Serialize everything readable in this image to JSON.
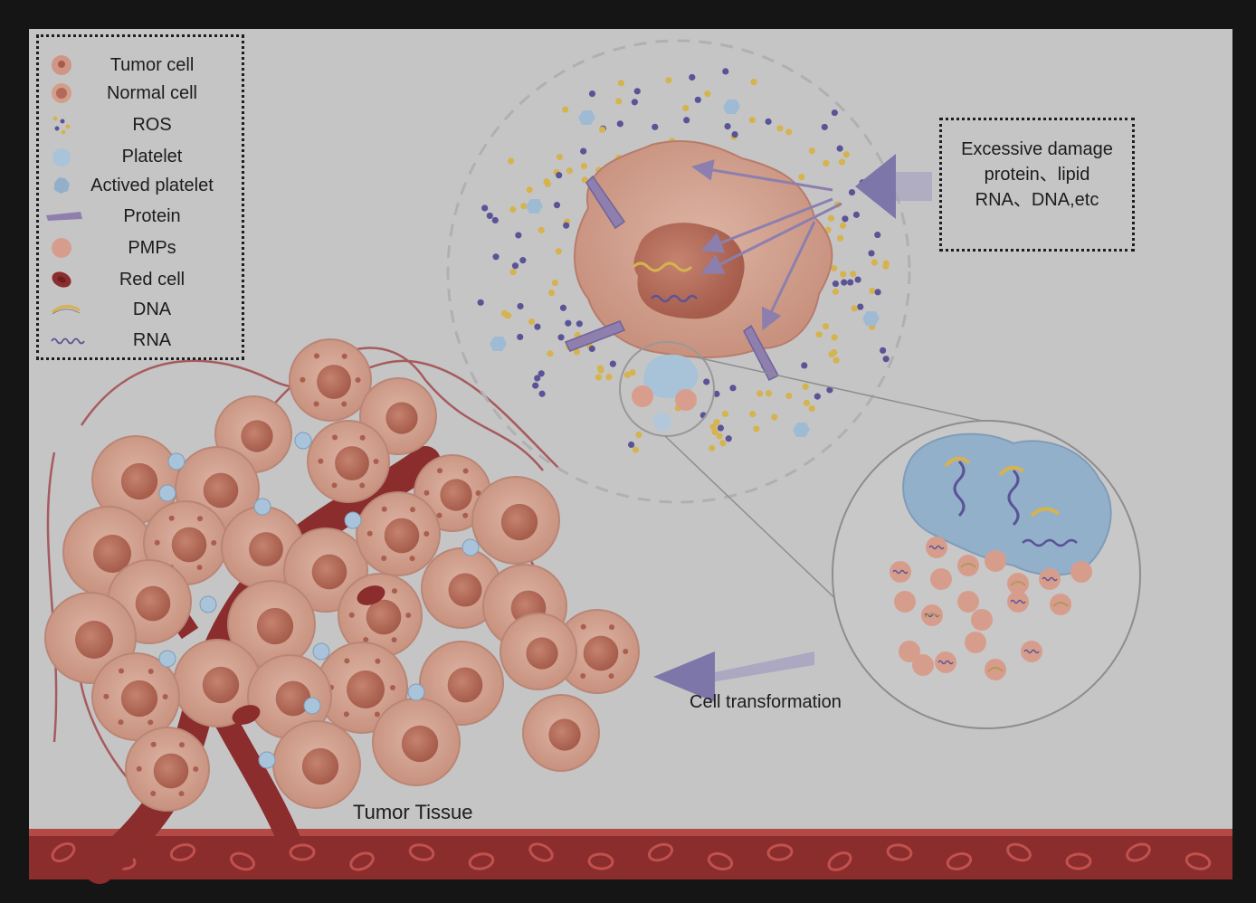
{
  "legend": {
    "items": [
      {
        "label": "Tumor cell",
        "icon": "tumor-cell-icon"
      },
      {
        "label": "Normal cell",
        "icon": "normal-cell-icon"
      },
      {
        "label": "ROS",
        "icon": "ros-icon"
      },
      {
        "label": "Platelet",
        "icon": "platelet-icon"
      },
      {
        "label": "Actived platelet",
        "icon": "activated-platelet-icon"
      },
      {
        "label": "Protein",
        "icon": "protein-icon"
      },
      {
        "label": "PMPs",
        "icon": "pmp-icon"
      },
      {
        "label": "Red cell",
        "icon": "red-cell-icon"
      },
      {
        "label": "DNA",
        "icon": "dna-icon"
      },
      {
        "label": "RNA",
        "icon": "rna-icon"
      }
    ]
  },
  "damage_box": {
    "line1": "Excessive damage",
    "line2": "protein、lipid",
    "line3": "RNA、DNA,etc"
  },
  "labels": {
    "cell_transformation": "Cell transformation",
    "tumor_tissue": "Tumor Tissue"
  },
  "colors": {
    "background": "#c6c5c6",
    "frame": "#151515",
    "cell_fill": "#d3a594",
    "nucleus": "#b46a58",
    "platelet": "#9fbbd3",
    "ros_purple": "#5a5497",
    "ros_yellow": "#d5b34e",
    "vessel": "#8a2b2b",
    "arrow": "#7d79a8"
  }
}
